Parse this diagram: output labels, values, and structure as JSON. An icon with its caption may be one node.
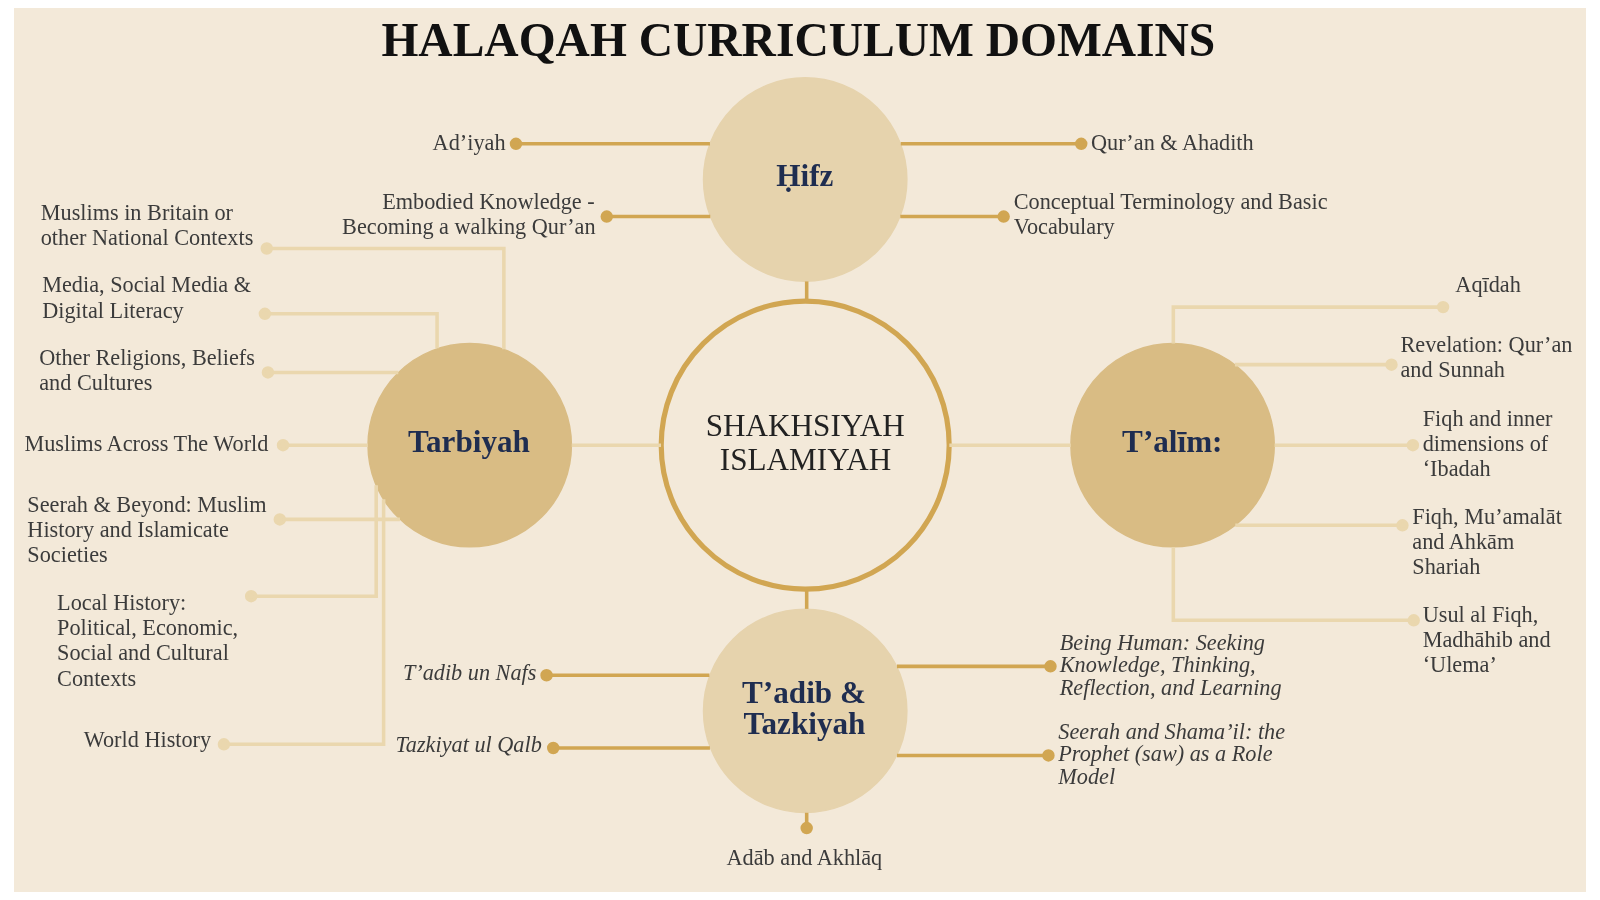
{
  "diagram": {
    "title": "HALAQAH CURRICULUM DOMAINS",
    "nodes": [
      {
        "text": [
          "Ḥifz"
        ]
      },
      {
        "text": [
          "Ad’iyah"
        ]
      },
      {
        "text": [
          "Embodied Knowledge - Becoming a walking Qur’an"
        ]
      },
      {
        "text": [
          "Qur’an & Ahadith"
        ]
      },
      {
        "text": [
          "Conceptual Terminology and Basic Vocabulary"
        ]
      },
      {
        "text": [
          "SHAKHSIYAH ISLAMIYAH"
        ]
      },
      {
        "text": [
          "Tarbiyah"
        ]
      },
      {
        "text": [
          "Muslims in Britain or other National Contexts"
        ]
      },
      {
        "text": [
          "Media, Social Media & Digital Literacy"
        ]
      },
      {
        "text": [
          "Other Religions, Beliefs and Cultures"
        ]
      },
      {
        "text": [
          "Muslims Across The World"
        ]
      },
      {
        "text": [
          "Seerah & Beyond: Muslim History and Islamicate Societies"
        ]
      },
      {
        "text": [
          "Local History: Political, Economic, Social and Cultural Contexts"
        ]
      },
      {
        "text": [
          "World History"
        ]
      },
      {
        "text": [
          "T’alīm:"
        ]
      },
      {
        "text": [
          "Aqīdah"
        ]
      },
      {
        "text": [
          "Revelation: Qur’an and Sunnah"
        ]
      },
      {
        "text": [
          "Fiqh and inner dimensions of ‘Ibadah"
        ]
      },
      {
        "text": [
          "Fiqh, Mu’amalāt and Ahkām Shariah"
        ]
      },
      {
        "text": [
          "Usul al Fiqh, Madhāhib and ‘Ulema’"
        ]
      },
      {
        "text": [
          "T’adib & Tazkiyah"
        ]
      },
      {
        "text": [
          "T’adib un Nafs"
        ]
      },
      {
        "text": [
          "Tazkiyat ul Qalb"
        ]
      },
      {
        "text": [
          "Being Human: Seeking Knowledge, Thinking, Reflection, and Learning"
        ]
      },
      {
        "text": [
          "Seerah and Shama’il: the Prophet (saw) as a Role Model"
        ]
      },
      {
        "text": [
          "Adāb and Akhlāq"
        ]
      }
    ],
    "edges": [
      {
        "from": 1,
        "to": 0,
        "arrow": "other",
        "color": "#d1a652"
      },
      {
        "from": 2,
        "to": 0,
        "arrow": "other",
        "color": "#d1a652"
      },
      {
        "from": 0,
        "to": 3,
        "arrow": "other",
        "color": "#d1a652"
      },
      {
        "from": 0,
        "to": 4,
        "arrow": "other",
        "color": "#d1a652"
      },
      {
        "from": 0,
        "to": 5,
        "arrow": "none",
        "color": "#d1a652"
      },
      {
        "from": 6,
        "to": 5,
        "arrow": "none"
      },
      {
        "from": 7,
        "to": 6,
        "arrow": "other"
      },
      {
        "from": 8,
        "to": 6,
        "arrow": "other"
      },
      {
        "from": 9,
        "to": 6,
        "arrow": "other"
      },
      {
        "from": 10,
        "to": 6,
        "arrow": "other"
      },
      {
        "from": 11,
        "to": 6,
        "arrow": "other"
      },
      {
        "from": 12,
        "to": 6,
        "arrow": "other"
      },
      {
        "from": 13,
        "to": 6,
        "arrow": "other"
      },
      {
        "from": 5,
        "to": 14,
        "arrow": "none"
      },
      {
        "from": 14,
        "to": 15,
        "arrow": "other"
      },
      {
        "from": 14,
        "to": 16,
        "arrow": "other"
      },
      {
        "from": 14,
        "to": 17,
        "arrow": "other"
      },
      {
        "from": 14,
        "to": 18,
        "arrow": "other"
      },
      {
        "from": 14,
        "to": 19,
        "arrow": "other"
      },
      {
        "from": 5,
        "to": 20,
        "arrow": "none",
        "color": "#d1a652"
      },
      {
        "from": 21,
        "to": 20,
        "arrow": "other",
        "color": "#d1a652"
      },
      {
        "from": 22,
        "to": 20,
        "arrow": "other",
        "color": "#d1a652"
      },
      {
        "from": 20,
        "to": 23,
        "arrow": "other",
        "color": "#d1a652"
      },
      {
        "from": 20,
        "to": 24,
        "arrow": "other",
        "color": "#d1a652"
      },
      {
        "from": 20,
        "to": 25,
        "arrow": "other",
        "color": "#d1a652"
      }
    ]
  }
}
